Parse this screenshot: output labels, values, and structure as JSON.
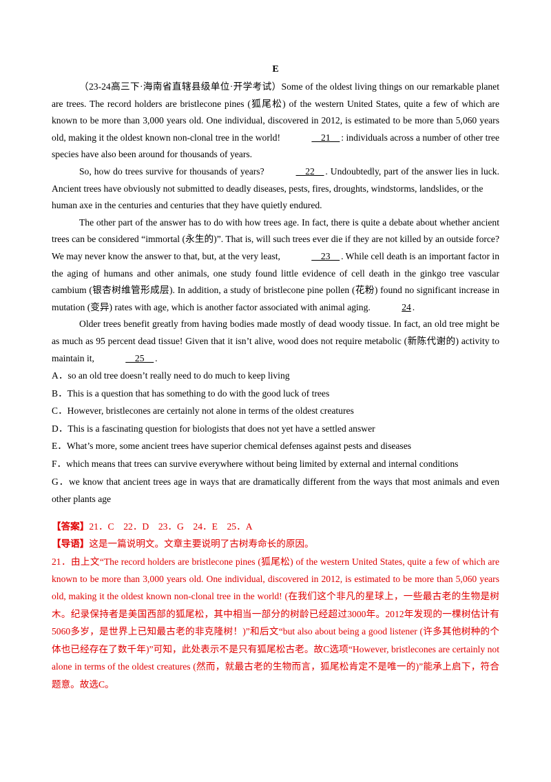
{
  "heading": "E",
  "paragraphs": {
    "p1": {
      "before": "（23-24高三下·海南省直辖县级单位·开学考试）Some of the oldest living things on our remarkable planet are trees. The record holders are bristlecone pines (狐尾松) of the western United States, quite a few of which are known to be more than 3,000 years old. One individual, discovered in 2012, is estimated to be more than 5,060 years old, making it the oldest known non-clonal tree in the world! ",
      "blank": "__21__",
      "after": ": individuals across a number of other tree species have also been around for thousands of years."
    },
    "p2": {
      "before": "So, how do trees survive for thousands of years? ",
      "blank": "__22__",
      "after": ". Undoubtedly, part of the answer lies in luck. Ancient trees have obviously not submitted to deadly diseases, pests, fires, droughts, windstorms, landslides, or the",
      "line2": "human axe in the centuries and centuries that they have quietly endured."
    },
    "p3": {
      "before": "The other part of the answer has to do with how trees age. In fact, there is quite a debate about whether ancient trees can be considered “immortal (永生的)”. That is, will such trees ever die if they are not killed by an outside force? We may never know the answer to that, but, at the very least, ",
      "blank": "__23__",
      "after": ". While cell death is an important factor in the aging of humans and other animals, one study found little evidence of cell death in the ginkgo tree vascular cambium (银杏树维管形成层). In addition, a study of bristlecone pine pollen (花粉) found no significant increase in mutation (变异) rates with age, which is another factor associated with animal aging. ",
      "blank2": "24",
      "after2": "."
    },
    "p4": {
      "before": "Older trees benefit greatly from having bodies made mostly of dead woody tissue. In fact, an old tree might be as much as 95 percent dead tissue! Given that it isn’t alive, wood does not require metabolic (新陈代谢的) activity to maintain it, ",
      "blank": "__25__",
      "after": "."
    }
  },
  "options": [
    "A．so an old tree doesn’t really need to do much to keep living",
    "B．This is a question that has something to do with the good luck of trees",
    "C．However, bristlecones are certainly not alone in terms of the oldest creatures",
    "D．This is a fascinating question for biologists that does not yet have a settled answer",
    "E．What’s more, some ancient trees have superior chemical defenses against pests and diseases",
    "F．which means that trees can survive everywhere without being limited by external and internal conditions",
    "G．we know that ancient trees age in ways that are dramatically different from the ways that most animals and even other plants age"
  ],
  "answer": {
    "tag": "【答案】",
    "text": "21．C　22．D　23．G　24．E　25．A"
  },
  "guide": {
    "tag": "【导语】",
    "text": "这是一篇说明文。文章主要说明了古树寿命长的原因。"
  },
  "explanation": "21．由上文“The record holders are bristlecone pines (狐尾松) of the western United States, quite a few of which are known to be more than 3,000 years old. One individual, discovered in 2012, is estimated to be more than 5,060 years old, making it the oldest known non-clonal tree in the world! (在我们这个非凡的星球上，一些最古老的生物是树木。纪录保持者是美国西部的狐尾松，其中相当一部分的树龄已经超过3000年。2012年发现的一棵树估计有5060多岁，是世界上已知最古老的非克隆树！)”和后文“but also about being a good listener (许多其他树种的个体也已经存在了数千年)”可知，此处表示不是只有狐尾松古老。故C选项“However, bristlecones are certainly not alone in terms of the oldest creatures (然而，就最古老的生物而言，狐尾松肯定不是唯一的)”能承上启下，符合题意。故选C。"
}
